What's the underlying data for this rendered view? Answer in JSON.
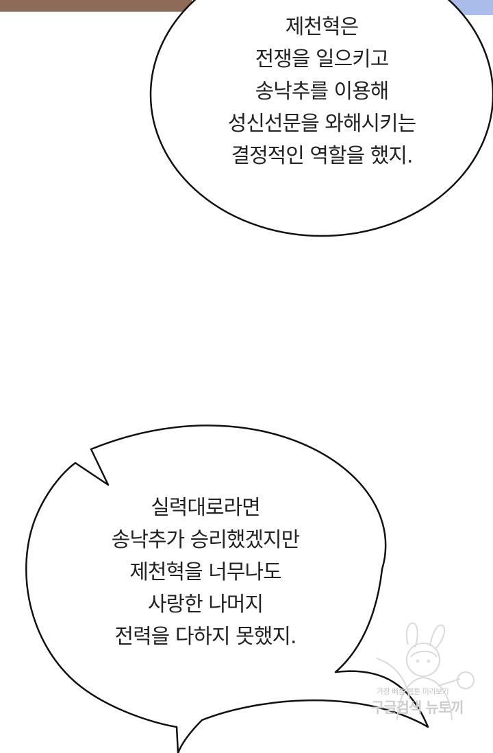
{
  "dialogue": {
    "bubble_1": {
      "lines": [
        "제천혁은",
        "전쟁을 일으키고",
        "송낙추를 이용해",
        "성신선문을 와해시키는",
        "결정적인 역할을 했지."
      ]
    },
    "bubble_2": {
      "lines": [
        "실력대로라면",
        "송낙추가 승리했겠지만",
        "제천혁을 너무나도",
        "사랑한 나머지",
        "전력을 다하지 못했지."
      ]
    }
  },
  "watermark": {
    "tagline": "가장 빠른 웹툰 미리보기",
    "name": "구글검색 뉴토끼",
    "mascot_icon": "bunny-girl-mascot-icon"
  },
  "colors": {
    "background": "#ffffff",
    "bubble_fill": "#ffffff",
    "bubble_stroke": "#111111",
    "text": "#222222",
    "top_art_brown": "#8e6a58",
    "top_art_blue": "#a9bcea",
    "watermark_gray": "#cdcdcd"
  }
}
